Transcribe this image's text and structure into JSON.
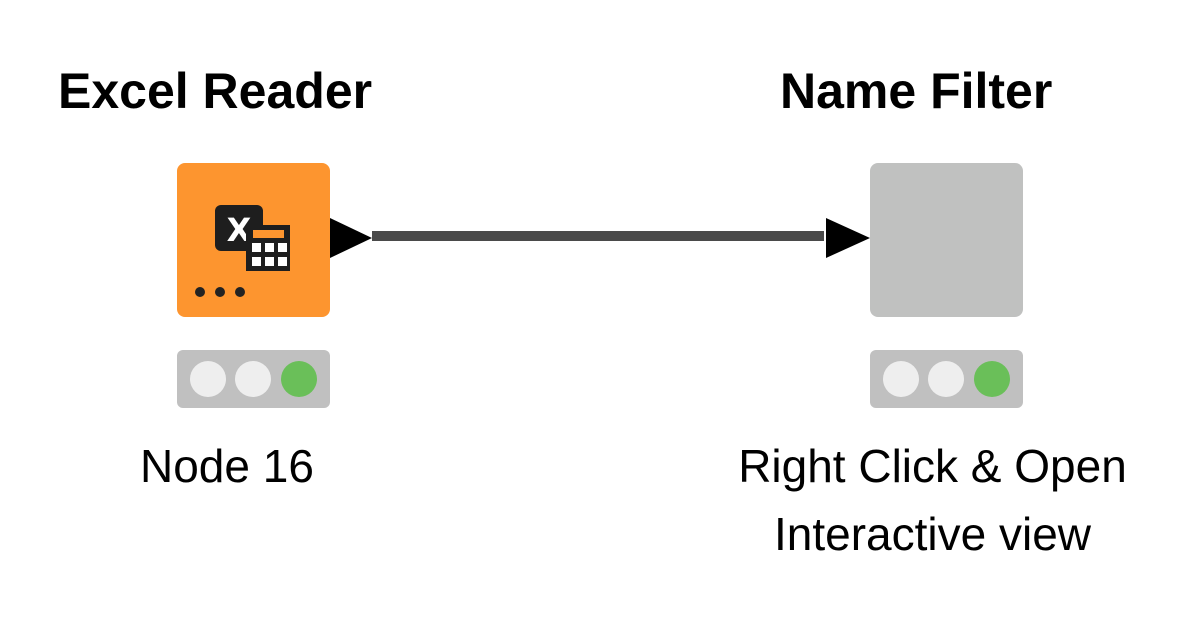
{
  "nodes": [
    {
      "title": "Excel Reader",
      "label": "Node 16",
      "color": "#fd952f",
      "icon": "excel-table-icon",
      "status": "executed"
    },
    {
      "title": "Name Filter",
      "label_lines": [
        "Right Click & Open",
        "Interactive view"
      ],
      "color": "#c0c1c0",
      "status": "executed"
    }
  ],
  "colors": {
    "status_green": "#6abf59",
    "status_off": "#eeeeee",
    "connection": "#4a4a4a"
  }
}
